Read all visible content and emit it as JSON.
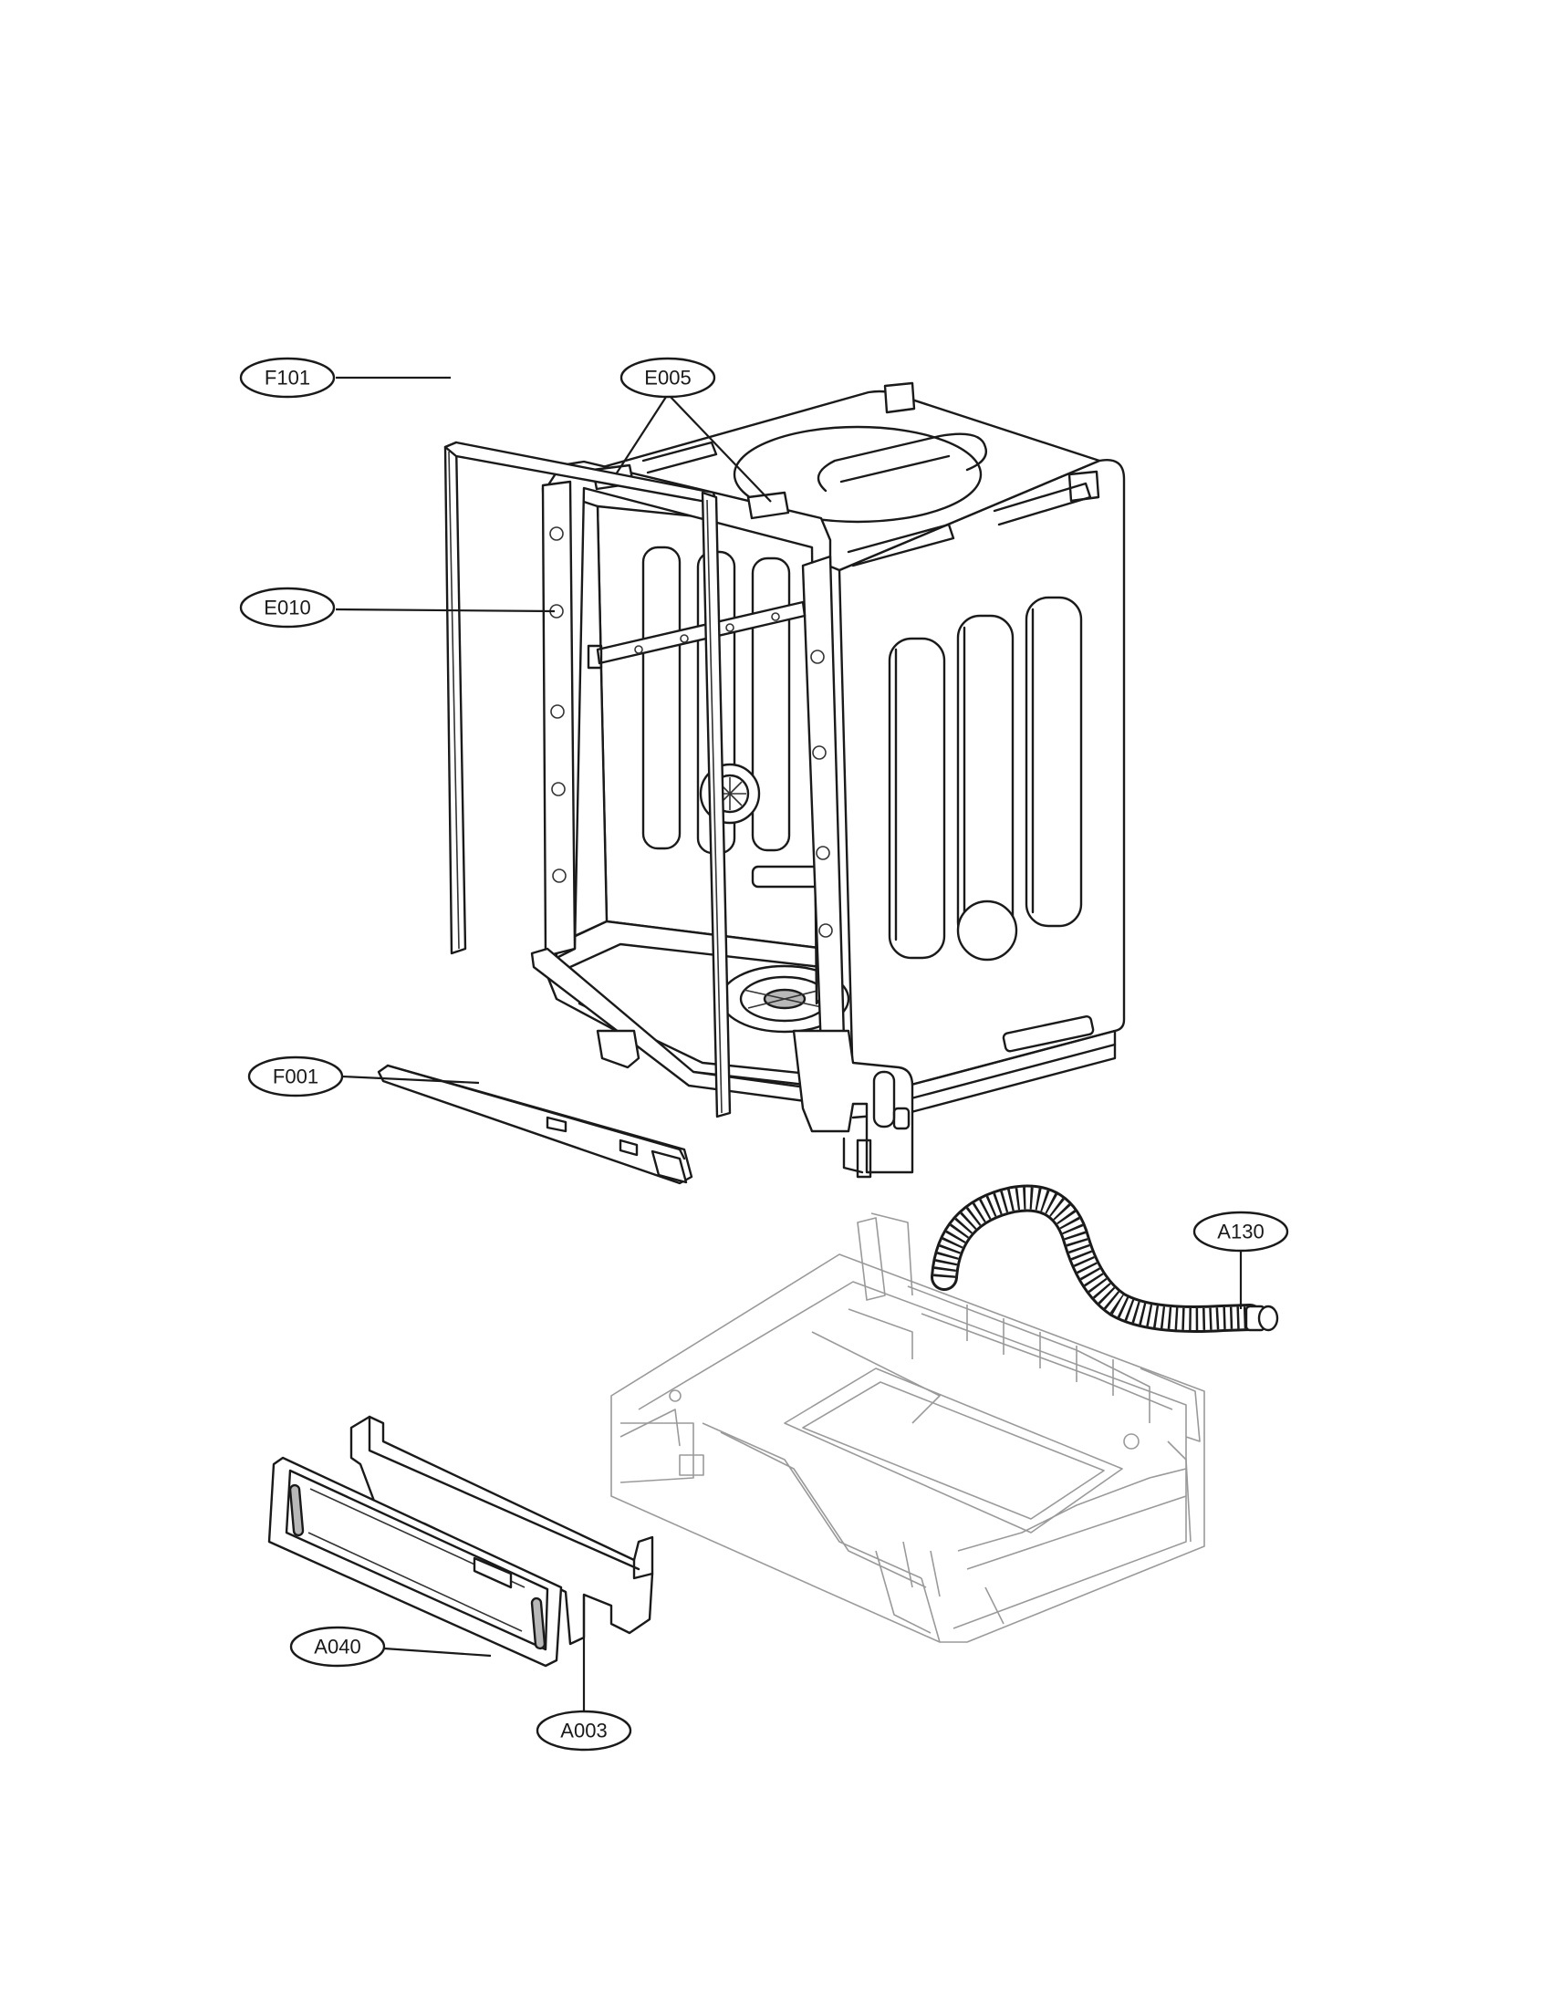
{
  "callouts": [
    {
      "id": "E005",
      "label": "E005"
    },
    {
      "id": "F101",
      "label": "F101"
    },
    {
      "id": "E010",
      "label": "E010"
    },
    {
      "id": "F001",
      "label": "F001"
    },
    {
      "id": "A130",
      "label": "A130"
    },
    {
      "id": "A040",
      "label": "A040"
    },
    {
      "id": "A003",
      "label": "A003"
    }
  ]
}
